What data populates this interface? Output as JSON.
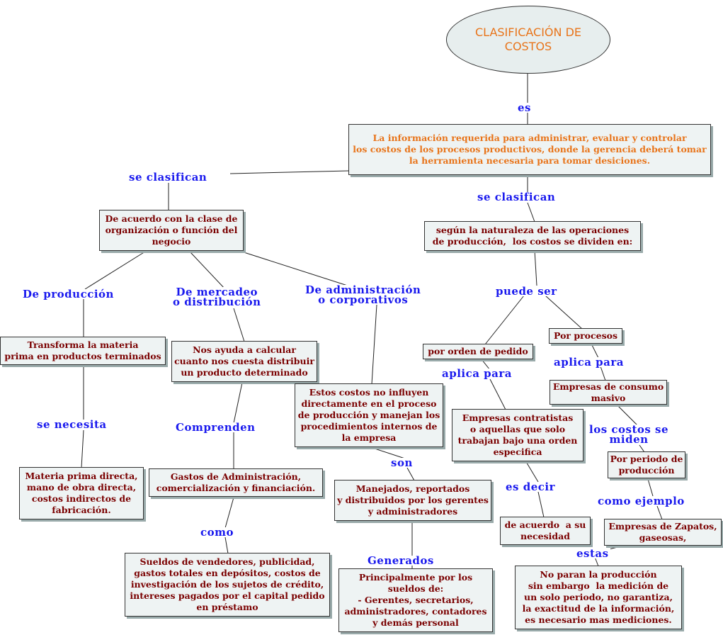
{
  "root": "CLASIFICACIÓN DE\nCOSTOS",
  "links": {
    "es": "es",
    "se_clasifican_left": "se clasifican",
    "se_clasifican_right": "se clasifican",
    "de_produccion": "De producción",
    "de_mercadeo": "De mercadeo\no distribución",
    "de_administracion": "De administración\no corporativos",
    "puede_ser": "puede ser",
    "se_necesita": "se necesita",
    "comprenden": "Comprenden",
    "como_left": "como",
    "son": "son",
    "generados": "Generados",
    "aplica_para_left": "aplica para",
    "aplica_para_right": "aplica para",
    "es_decir": "es decir",
    "los_costos_se_miden": "los costos se\nmiden",
    "como_ejemplo": "como ejemplo",
    "estas": "estas"
  },
  "nodes": {
    "definition": "La información requerida para administrar, evaluar y controlar\nlos costos de los procesos productivos, donde la gerencia deberá tomar\nla herramienta necesaria para tomar desiciones.",
    "clase_organizacion": "De acuerdo con la clase de\norganización o función del\nnegocio",
    "naturaleza_operaciones": "según la naturaleza de las operaciones\nde producción,  los costos se dividen en:",
    "transforma_materia": "Transforma la materia\nprima en productos terminados",
    "materia_prima": "Materia prima directa,\nmano de obra directa,\ncostos indirectos de\nfabricación.",
    "nos_ayuda": "Nos ayuda a calcular\ncuanto nos cuesta distribuir\nun producto determinado",
    "gastos_administracion": "Gastos de Administración,\ncomercialización y financiación.",
    "sueldos_vendedores": "Sueldos de vendedores, publicidad,\ngastos totales en depósitos, costos de\ninvestigación de los sujetos de crédito,\nintereses pagados por el capital pedido\nen préstamo",
    "estos_costos": "Estos costos no influyen\ndirectamente en el proceso\nde producción y manejan los\nprocedimientos internos de\nla empresa",
    "manejados": "Manejados, reportados\ny distribuidos por los gerentes\ny administradores",
    "principalmente": "Principalmente por los\nsueldos de:\n- Gerentes, secretarios,\nadministradores, contadores\ny demás personal",
    "por_orden_pedido": "por orden de pedido",
    "por_procesos": "Por procesos",
    "empresas_contratistas": "Empresas contratistas\no aquellas que solo\ntrabajan bajo una orden\nespecifica",
    "de_acuerdo_necesidad": "de acuerdo  a su\nnecesidad",
    "empresas_consumo": "Empresas de consumo\nmasivo",
    "por_periodo": "Por periodo de\nproducción",
    "empresas_zapatos": "Empresas de Zapatos,\ngaseosas,",
    "no_paran": "No paran la producción\nsin embargo  la medición de\nun solo periodo, no garantiza,\nla exactitud de la información,\nes necesario mas mediciones."
  }
}
